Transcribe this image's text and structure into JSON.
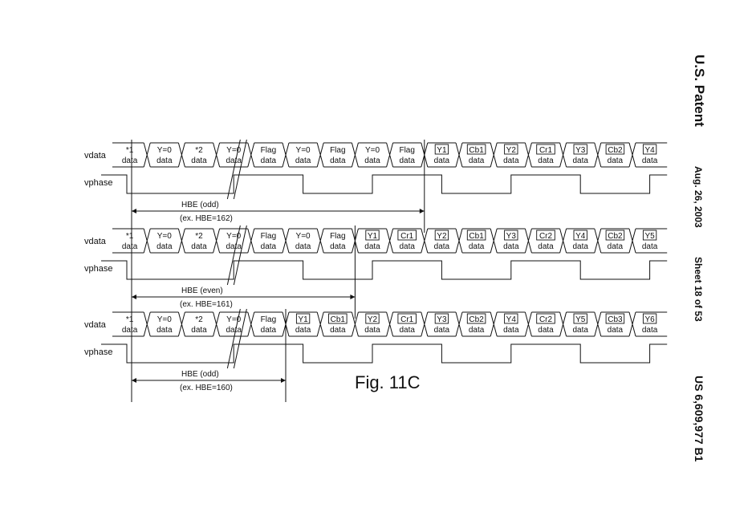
{
  "header": {
    "patent_label": "U.S. Patent",
    "date": "Aug. 26, 2003",
    "sheet": "Sheet 18 of 53",
    "patent_number": "US 6,609,977 B1"
  },
  "figure": {
    "caption": "Fig. 11C"
  },
  "signal_labels": {
    "vdata": "vdata",
    "vphase": "vphase"
  },
  "rows": [
    {
      "cells": [
        {
          "top": "*1",
          "bot": "data",
          "boxed": false
        },
        {
          "top": "Y=0",
          "bot": "data",
          "boxed": false
        },
        {
          "top": "*2",
          "bot": "data",
          "boxed": false
        },
        {
          "top": "Y=0",
          "bot": "data",
          "boxed": false
        },
        {
          "top": "Flag",
          "bot": "data",
          "boxed": false
        },
        {
          "top": "Y=0",
          "bot": "data",
          "boxed": false
        },
        {
          "top": "Flag",
          "bot": "data",
          "boxed": false
        },
        {
          "top": "Y=0",
          "bot": "data",
          "boxed": false
        },
        {
          "top": "Flag",
          "bot": "data",
          "boxed": false
        },
        {
          "top": "Y1",
          "bot": "data",
          "boxed": true
        },
        {
          "top": "Cb1",
          "bot": "data",
          "boxed": true
        },
        {
          "top": "Y2",
          "bot": "data",
          "boxed": true
        },
        {
          "top": "Cr1",
          "bot": "data",
          "boxed": true
        },
        {
          "top": "Y3",
          "bot": "data",
          "boxed": true
        },
        {
          "top": "Cb2",
          "bot": "data",
          "boxed": true
        },
        {
          "top": "Y4",
          "bot": "data",
          "boxed": true
        }
      ],
      "phase": [
        0,
        0,
        0,
        1,
        1,
        0,
        0,
        1,
        1,
        0,
        0,
        1,
        1,
        0,
        0,
        1
      ],
      "hbe_end_cell": 9,
      "hbe_line1": "HBE (odd)",
      "hbe_line2": "(ex. HBE=162)"
    },
    {
      "cells": [
        {
          "top": "*1",
          "bot": "data",
          "boxed": false
        },
        {
          "top": "Y=0",
          "bot": "data",
          "boxed": false
        },
        {
          "top": "*2",
          "bot": "data",
          "boxed": false
        },
        {
          "top": "Y=0",
          "bot": "data",
          "boxed": false
        },
        {
          "top": "Flag",
          "bot": "data",
          "boxed": false
        },
        {
          "top": "Y=0",
          "bot": "data",
          "boxed": false
        },
        {
          "top": "Flag",
          "bot": "data",
          "boxed": false
        },
        {
          "top": "Y1",
          "bot": "data",
          "boxed": true
        },
        {
          "top": "Cr1",
          "bot": "data",
          "boxed": true
        },
        {
          "top": "Y2",
          "bot": "data",
          "boxed": true
        },
        {
          "top": "Cb1",
          "bot": "data",
          "boxed": true
        },
        {
          "top": "Y3",
          "bot": "data",
          "boxed": true
        },
        {
          "top": "Cr2",
          "bot": "data",
          "boxed": true
        },
        {
          "top": "Y4",
          "bot": "data",
          "boxed": true
        },
        {
          "top": "Cb2",
          "bot": "data",
          "boxed": true
        },
        {
          "top": "Y5",
          "bot": "data",
          "boxed": true
        }
      ],
      "phase": [
        0,
        0,
        0,
        1,
        1,
        0,
        0,
        1,
        1,
        0,
        0,
        1,
        1,
        0,
        0,
        1
      ],
      "hbe_end_cell": 7,
      "hbe_line1": "HBE (even)",
      "hbe_line2": "(ex. HBE=161)"
    },
    {
      "cells": [
        {
          "top": "*1",
          "bot": "data",
          "boxed": false
        },
        {
          "top": "Y=0",
          "bot": "data",
          "boxed": false
        },
        {
          "top": "*2",
          "bot": "data",
          "boxed": false
        },
        {
          "top": "Y=0",
          "bot": "data",
          "boxed": false
        },
        {
          "top": "Flag",
          "bot": "data",
          "boxed": false
        },
        {
          "top": "Y1",
          "bot": "data",
          "boxed": true
        },
        {
          "top": "Cb1",
          "bot": "data",
          "boxed": true
        },
        {
          "top": "Y2",
          "bot": "data",
          "boxed": true
        },
        {
          "top": "Cr1",
          "bot": "data",
          "boxed": true
        },
        {
          "top": "Y3",
          "bot": "data",
          "boxed": true
        },
        {
          "top": "Cb2",
          "bot": "data",
          "boxed": true
        },
        {
          "top": "Y4",
          "bot": "data",
          "boxed": true
        },
        {
          "top": "Cr2",
          "bot": "data",
          "boxed": true
        },
        {
          "top": "Y5",
          "bot": "data",
          "boxed": true
        },
        {
          "top": "Cb3",
          "bot": "data",
          "boxed": true
        },
        {
          "top": "Y6",
          "bot": "data",
          "boxed": true
        }
      ],
      "phase": [
        0,
        0,
        0,
        1,
        1,
        0,
        0,
        1,
        1,
        0,
        0,
        1,
        1,
        0,
        0,
        1
      ],
      "hbe_end_cell": 5,
      "hbe_line1": "HBE (odd)",
      "hbe_line2": "(ex. HBE=160)"
    }
  ]
}
